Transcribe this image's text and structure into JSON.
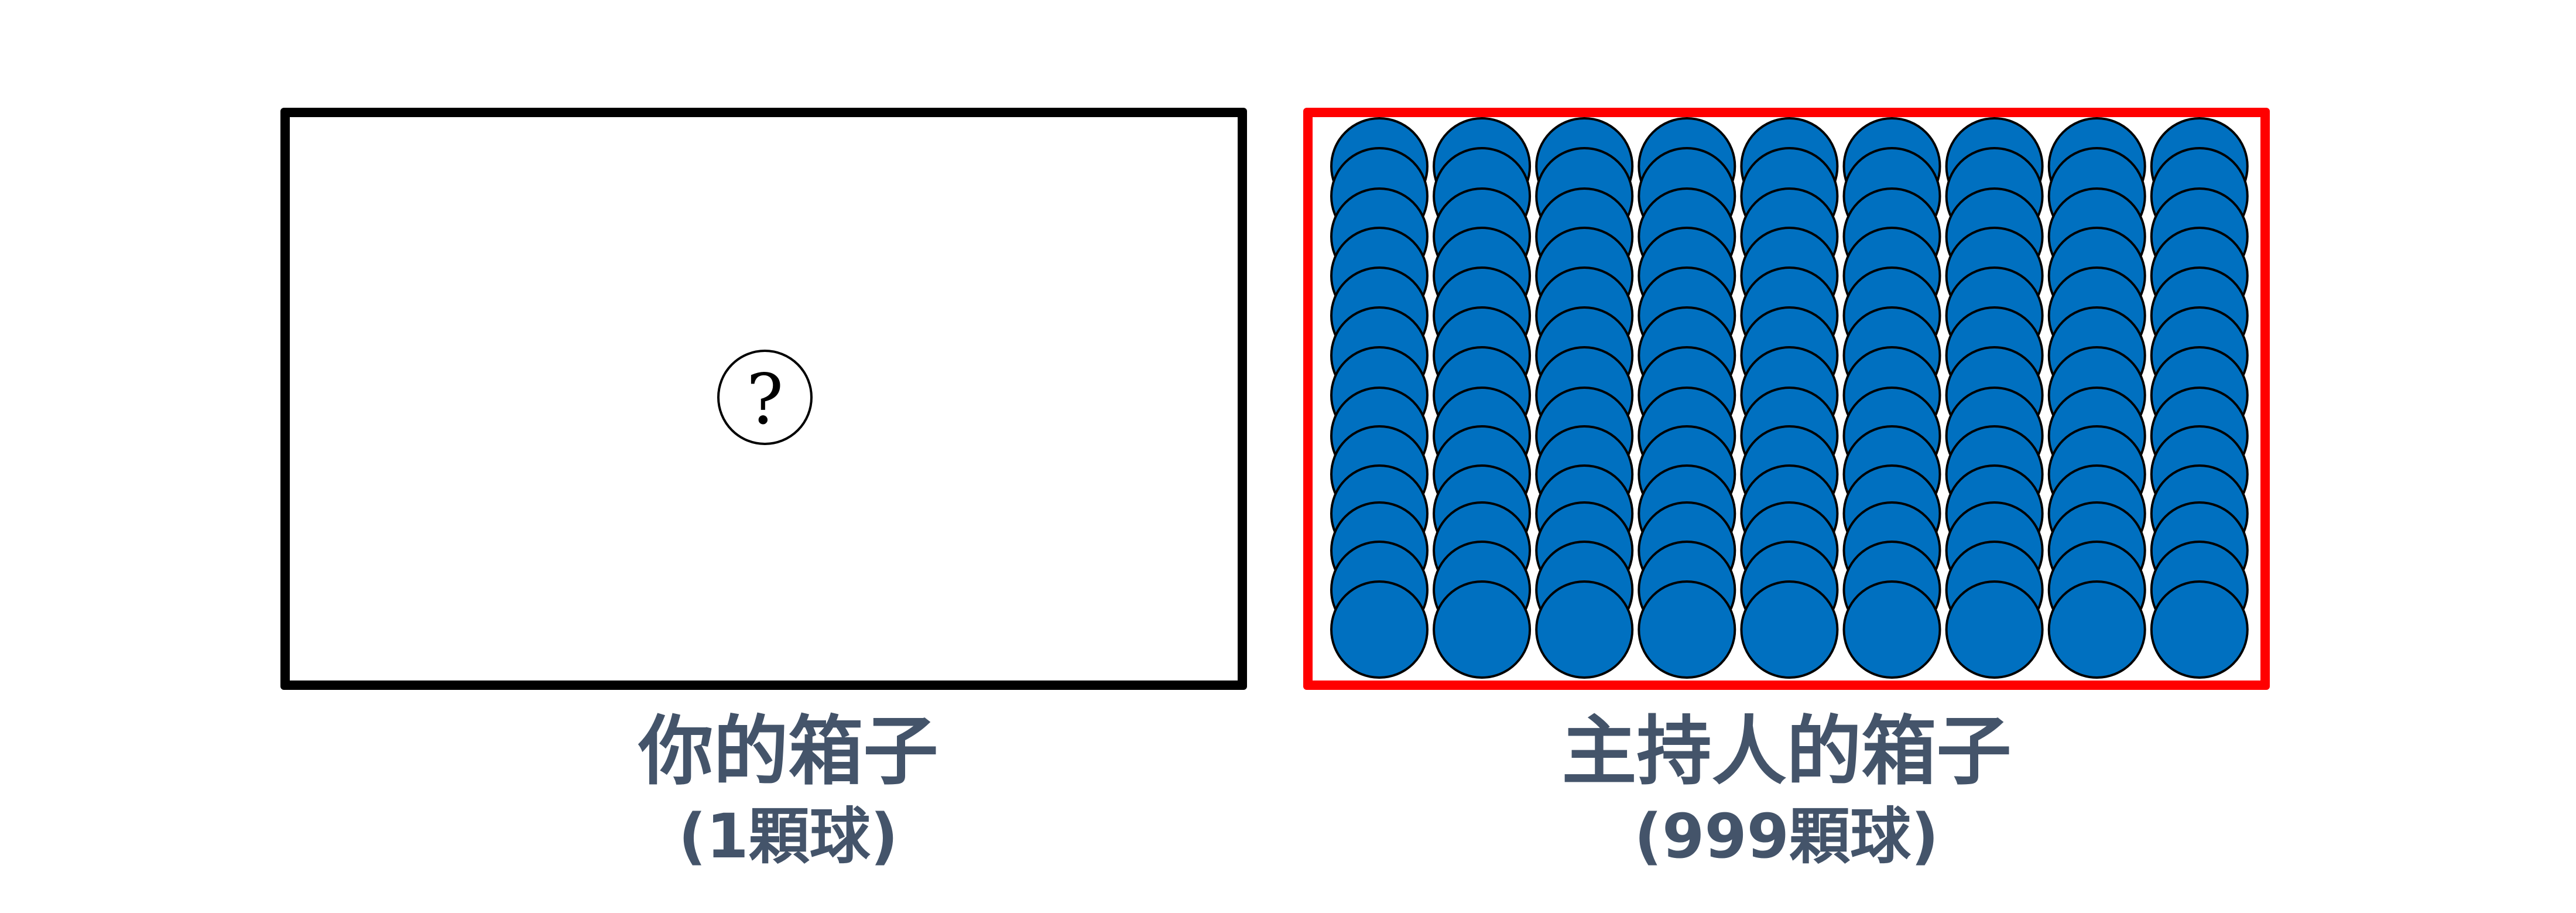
{
  "colors": {
    "your_box_border": "#000000",
    "host_box_border": "#FF0000",
    "ball_fill": "#0070C0",
    "ball_stroke": "#000000",
    "label_text": "#44546A"
  },
  "your_box": {
    "label": "你的箱子",
    "count_label": "(1顆球)",
    "ball_count": 1,
    "content_icon": "question-mark-circle",
    "mystery_glyph": "?"
  },
  "host_box": {
    "label": "主持人的箱子",
    "count_label": "(999顆球)",
    "ball_count": 999,
    "visible_columns": 9,
    "visible_rows": 13
  }
}
